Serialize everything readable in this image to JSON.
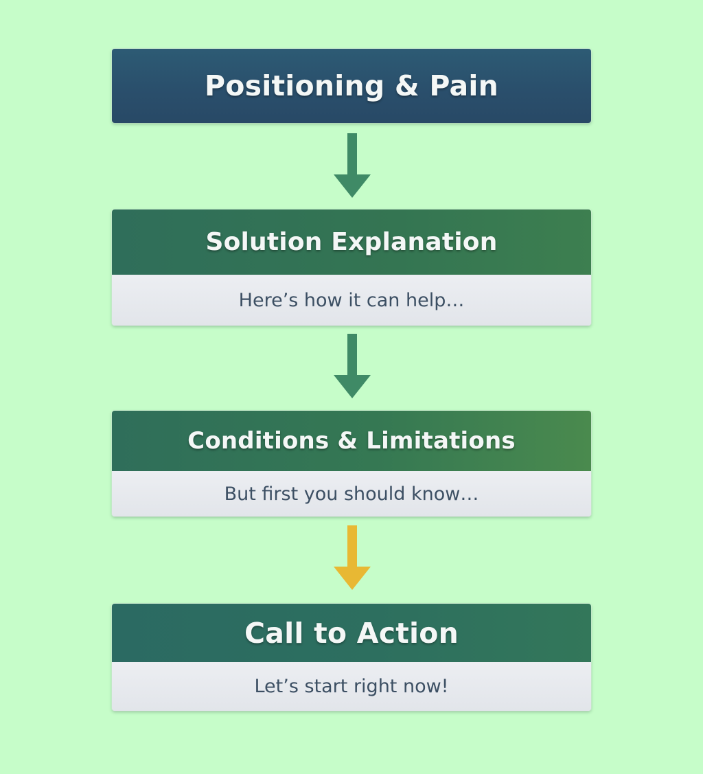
{
  "steps": [
    {
      "title": "Positioning & Pain",
      "subtitle": ""
    },
    {
      "title": "Solution Explanation",
      "subtitle": "Here’s how it can help…"
    },
    {
      "title": "Conditions & Limitations",
      "subtitle": "But first you should know…"
    },
    {
      "title": "Call to Action",
      "subtitle": "Let’s start right now!"
    }
  ],
  "colors": {
    "background": "#c6fdc9",
    "header_blue": "#2a4f6c",
    "header_green": "#347552",
    "header_teal": "#2d6f5f",
    "subtitle_bg": "#e6e8ec",
    "subtitle_text": "#3c4f63",
    "arrow_green": "#3f8a66",
    "arrow_yellow": "#e8b833"
  },
  "arrows": [
    {
      "icon": "arrow-down-icon",
      "color": "green"
    },
    {
      "icon": "arrow-down-icon",
      "color": "green"
    },
    {
      "icon": "arrow-down-icon",
      "color": "yellow"
    }
  ]
}
